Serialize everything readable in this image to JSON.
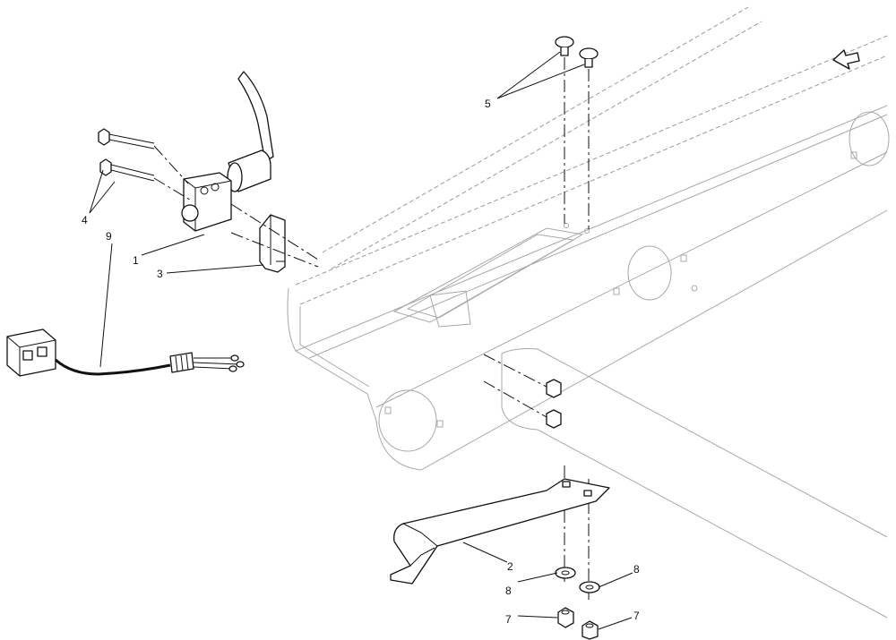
{
  "callouts": [
    {
      "id": "c1",
      "text": "1"
    },
    {
      "id": "c2",
      "text": "2"
    },
    {
      "id": "c3",
      "text": "3"
    },
    {
      "id": "c4",
      "text": "4"
    },
    {
      "id": "c5",
      "text": "5"
    },
    {
      "id": "c7a",
      "text": "7"
    },
    {
      "id": "c7b",
      "text": "7"
    },
    {
      "id": "c8a",
      "text": "8"
    },
    {
      "id": "c8b",
      "text": "8"
    },
    {
      "id": "c9",
      "text": "9"
    }
  ],
  "icons": {
    "direction": "front-arrow-icon"
  }
}
